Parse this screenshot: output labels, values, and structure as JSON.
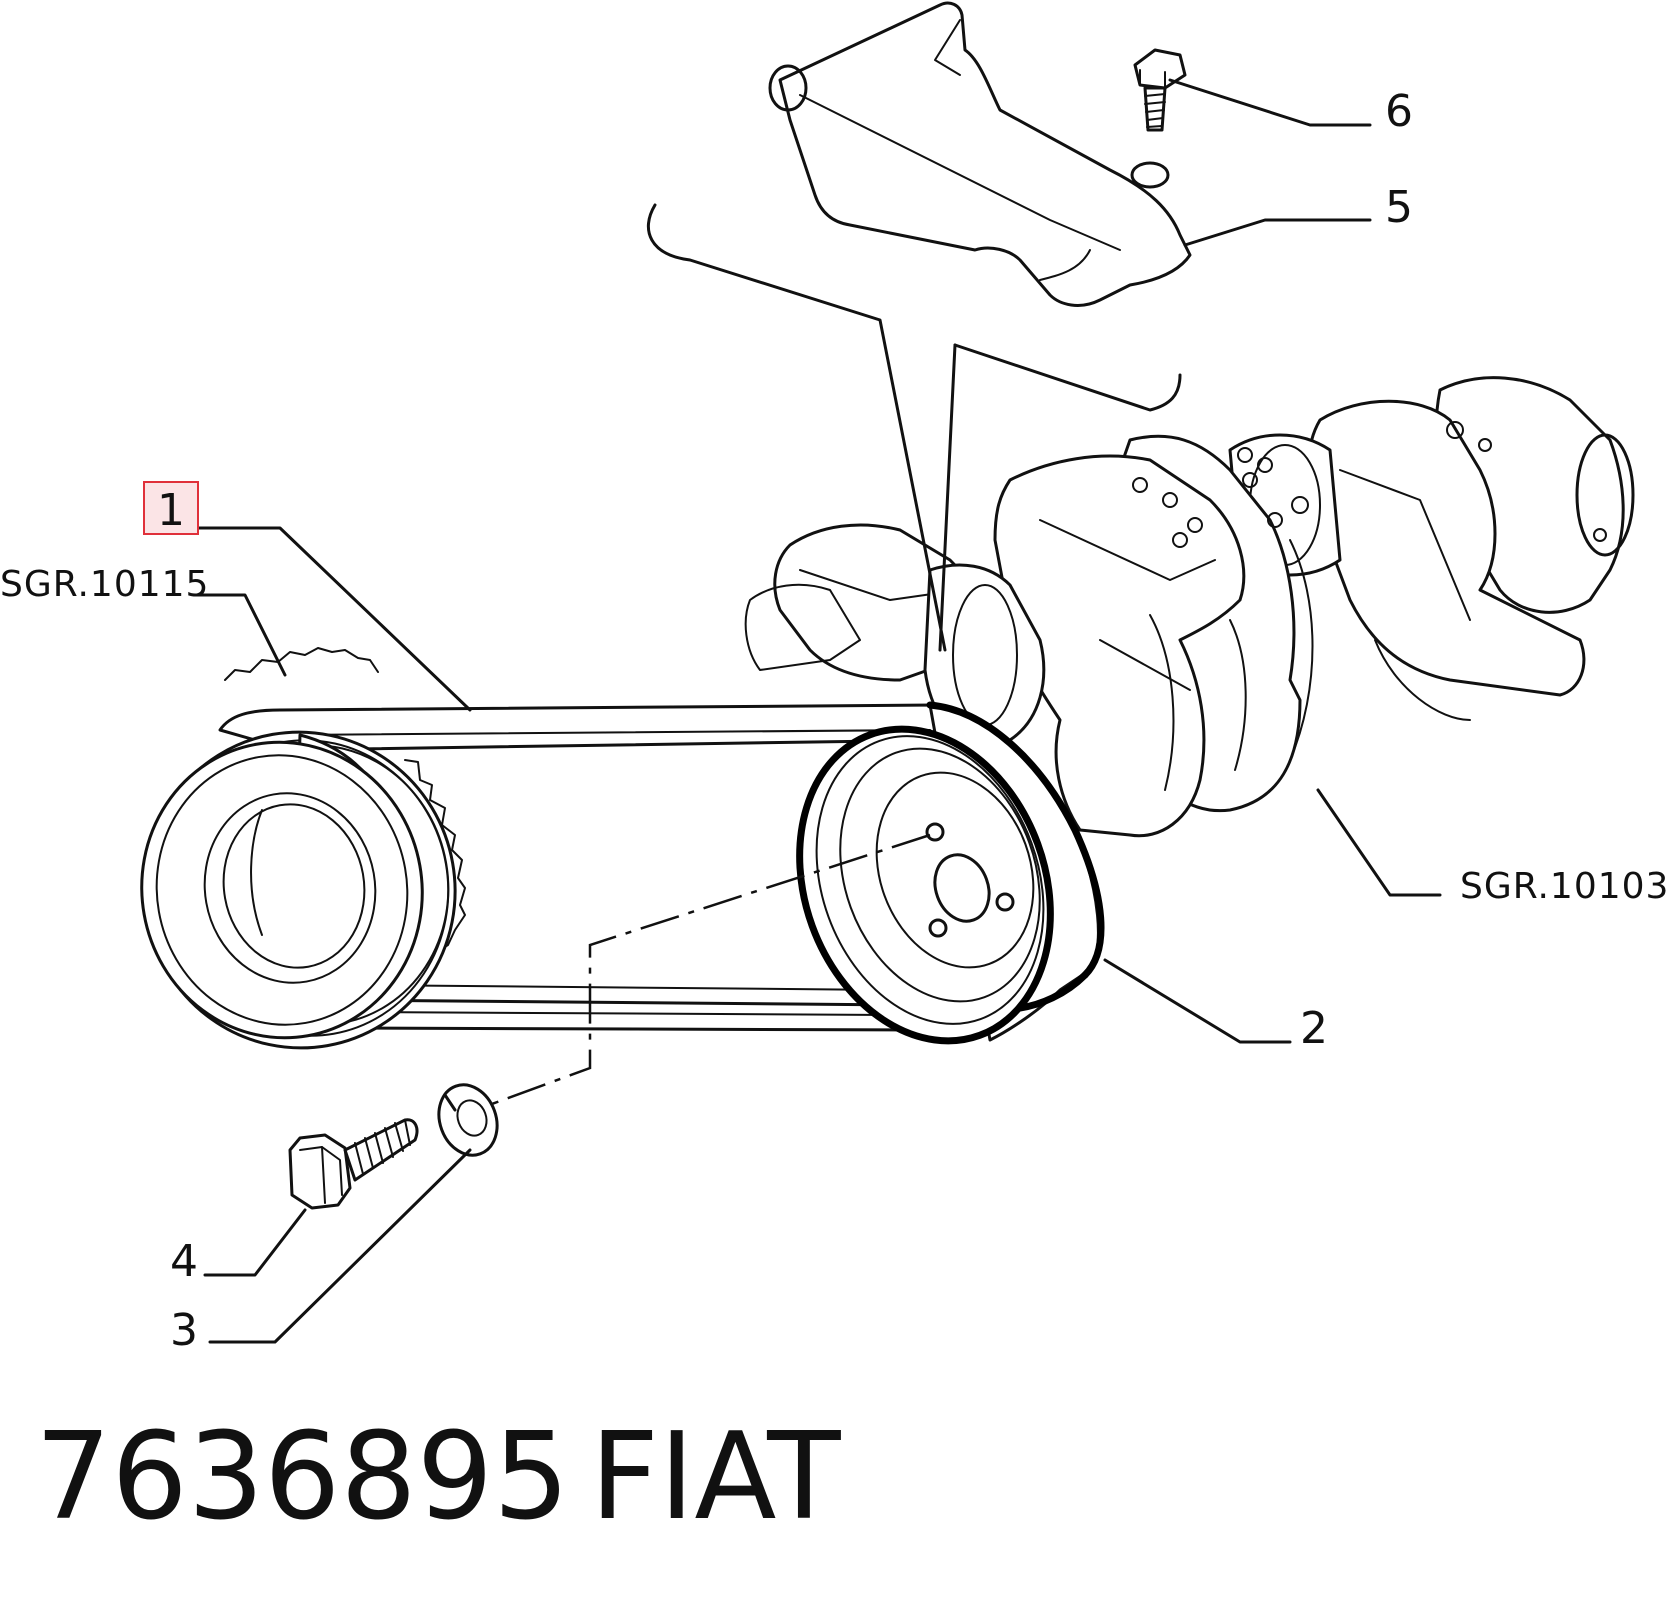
{
  "callouts": {
    "item1": "1",
    "item2": "2",
    "item3": "3",
    "item4": "4",
    "item5": "5",
    "item6": "6"
  },
  "references": {
    "left": "SGR.10115",
    "right": "SGR.10103"
  },
  "footer": {
    "part_number": "7636895",
    "brand": "FIAT"
  },
  "highlight_color": "#e0303a"
}
